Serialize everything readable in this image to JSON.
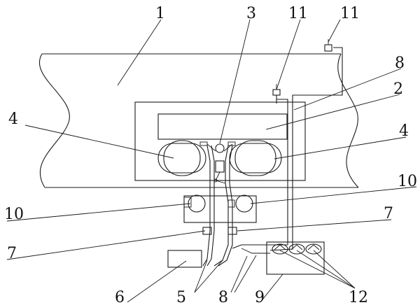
{
  "callouts": [
    {
      "id": "c1",
      "text": "1"
    },
    {
      "id": "c3",
      "text": "3"
    },
    {
      "id": "c11a",
      "text": "11"
    },
    {
      "id": "c11b",
      "text": "11"
    },
    {
      "id": "c8a",
      "text": "8"
    },
    {
      "id": "c2",
      "text": "2"
    },
    {
      "id": "c4a",
      "text": "4"
    },
    {
      "id": "c4b",
      "text": "4"
    },
    {
      "id": "c10a",
      "text": "10"
    },
    {
      "id": "c10b",
      "text": "10"
    },
    {
      "id": "c7a",
      "text": "7"
    },
    {
      "id": "c7b",
      "text": "7"
    },
    {
      "id": "c6",
      "text": "6"
    },
    {
      "id": "c5",
      "text": "5"
    },
    {
      "id": "c8b",
      "text": "8"
    },
    {
      "id": "c9",
      "text": "9"
    },
    {
      "id": "c12",
      "text": "12"
    }
  ]
}
